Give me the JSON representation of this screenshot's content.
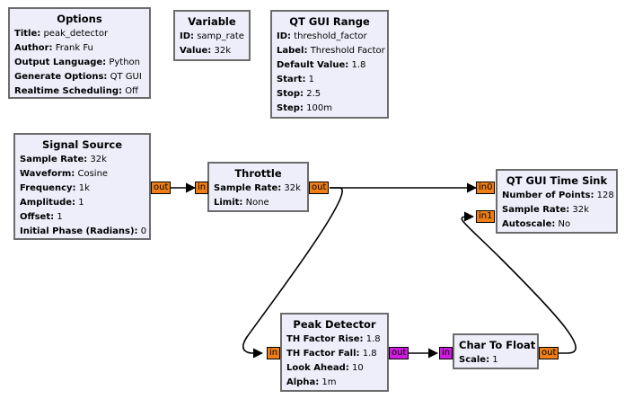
{
  "blocks": {
    "options": {
      "title": "Options",
      "params": [
        {
          "k": "Title:",
          "v": "peak_detector"
        },
        {
          "k": "Author:",
          "v": "Frank Fu"
        },
        {
          "k": "Output Language:",
          "v": "Python"
        },
        {
          "k": "Generate Options:",
          "v": "QT GUI"
        },
        {
          "k": "Realtime Scheduling:",
          "v": "Off"
        }
      ]
    },
    "variable": {
      "title": "Variable",
      "params": [
        {
          "k": "ID:",
          "v": "samp_rate"
        },
        {
          "k": "Value:",
          "v": "32k"
        }
      ]
    },
    "qt_gui_range": {
      "title": "QT GUI Range",
      "params": [
        {
          "k": "ID:",
          "v": "threshold_factor"
        },
        {
          "k": "Label:",
          "v": "Threshold Factor"
        },
        {
          "k": "Default Value:",
          "v": "1.8"
        },
        {
          "k": "Start:",
          "v": "1"
        },
        {
          "k": "Stop:",
          "v": "2.5"
        },
        {
          "k": "Step:",
          "v": "100m"
        }
      ]
    },
    "signal_source": {
      "title": "Signal Source",
      "params": [
        {
          "k": "Sample Rate:",
          "v": "32k"
        },
        {
          "k": "Waveform:",
          "v": "Cosine"
        },
        {
          "k": "Frequency:",
          "v": "1k"
        },
        {
          "k": "Amplitude:",
          "v": "1"
        },
        {
          "k": "Offset:",
          "v": "1"
        },
        {
          "k": "Initial Phase (Radians):",
          "v": "0"
        }
      ],
      "out_port": "out"
    },
    "throttle": {
      "title": "Throttle",
      "params": [
        {
          "k": "Sample Rate:",
          "v": "32k"
        },
        {
          "k": "Limit:",
          "v": "None"
        }
      ],
      "in_port": "in",
      "out_port": "out"
    },
    "time_sink": {
      "title": "QT GUI Time Sink",
      "params": [
        {
          "k": "Number of Points:",
          "v": "128"
        },
        {
          "k": "Sample Rate:",
          "v": "32k"
        },
        {
          "k": "Autoscale:",
          "v": "No"
        }
      ],
      "in0_port": "in0",
      "in1_port": "in1"
    },
    "peak_detector": {
      "title": "Peak Detector",
      "params": [
        {
          "k": "TH Factor Rise:",
          "v": "1.8"
        },
        {
          "k": "TH Factor Fall:",
          "v": "1.8"
        },
        {
          "k": "Look Ahead:",
          "v": "10"
        },
        {
          "k": "Alpha:",
          "v": "1m"
        }
      ],
      "in_port": "in",
      "out_port": "out"
    },
    "char_to_float": {
      "title": "Char To Float",
      "params": [
        {
          "k": "Scale:",
          "v": "1"
        }
      ],
      "in_port": "in",
      "out_port": "out"
    }
  },
  "colors": {
    "block_fill": "#eeeefb",
    "block_border": "#6c6c6c",
    "complex_port": "#ee7f16",
    "byte_port": "#cf1ae0",
    "wire": "#000000"
  }
}
